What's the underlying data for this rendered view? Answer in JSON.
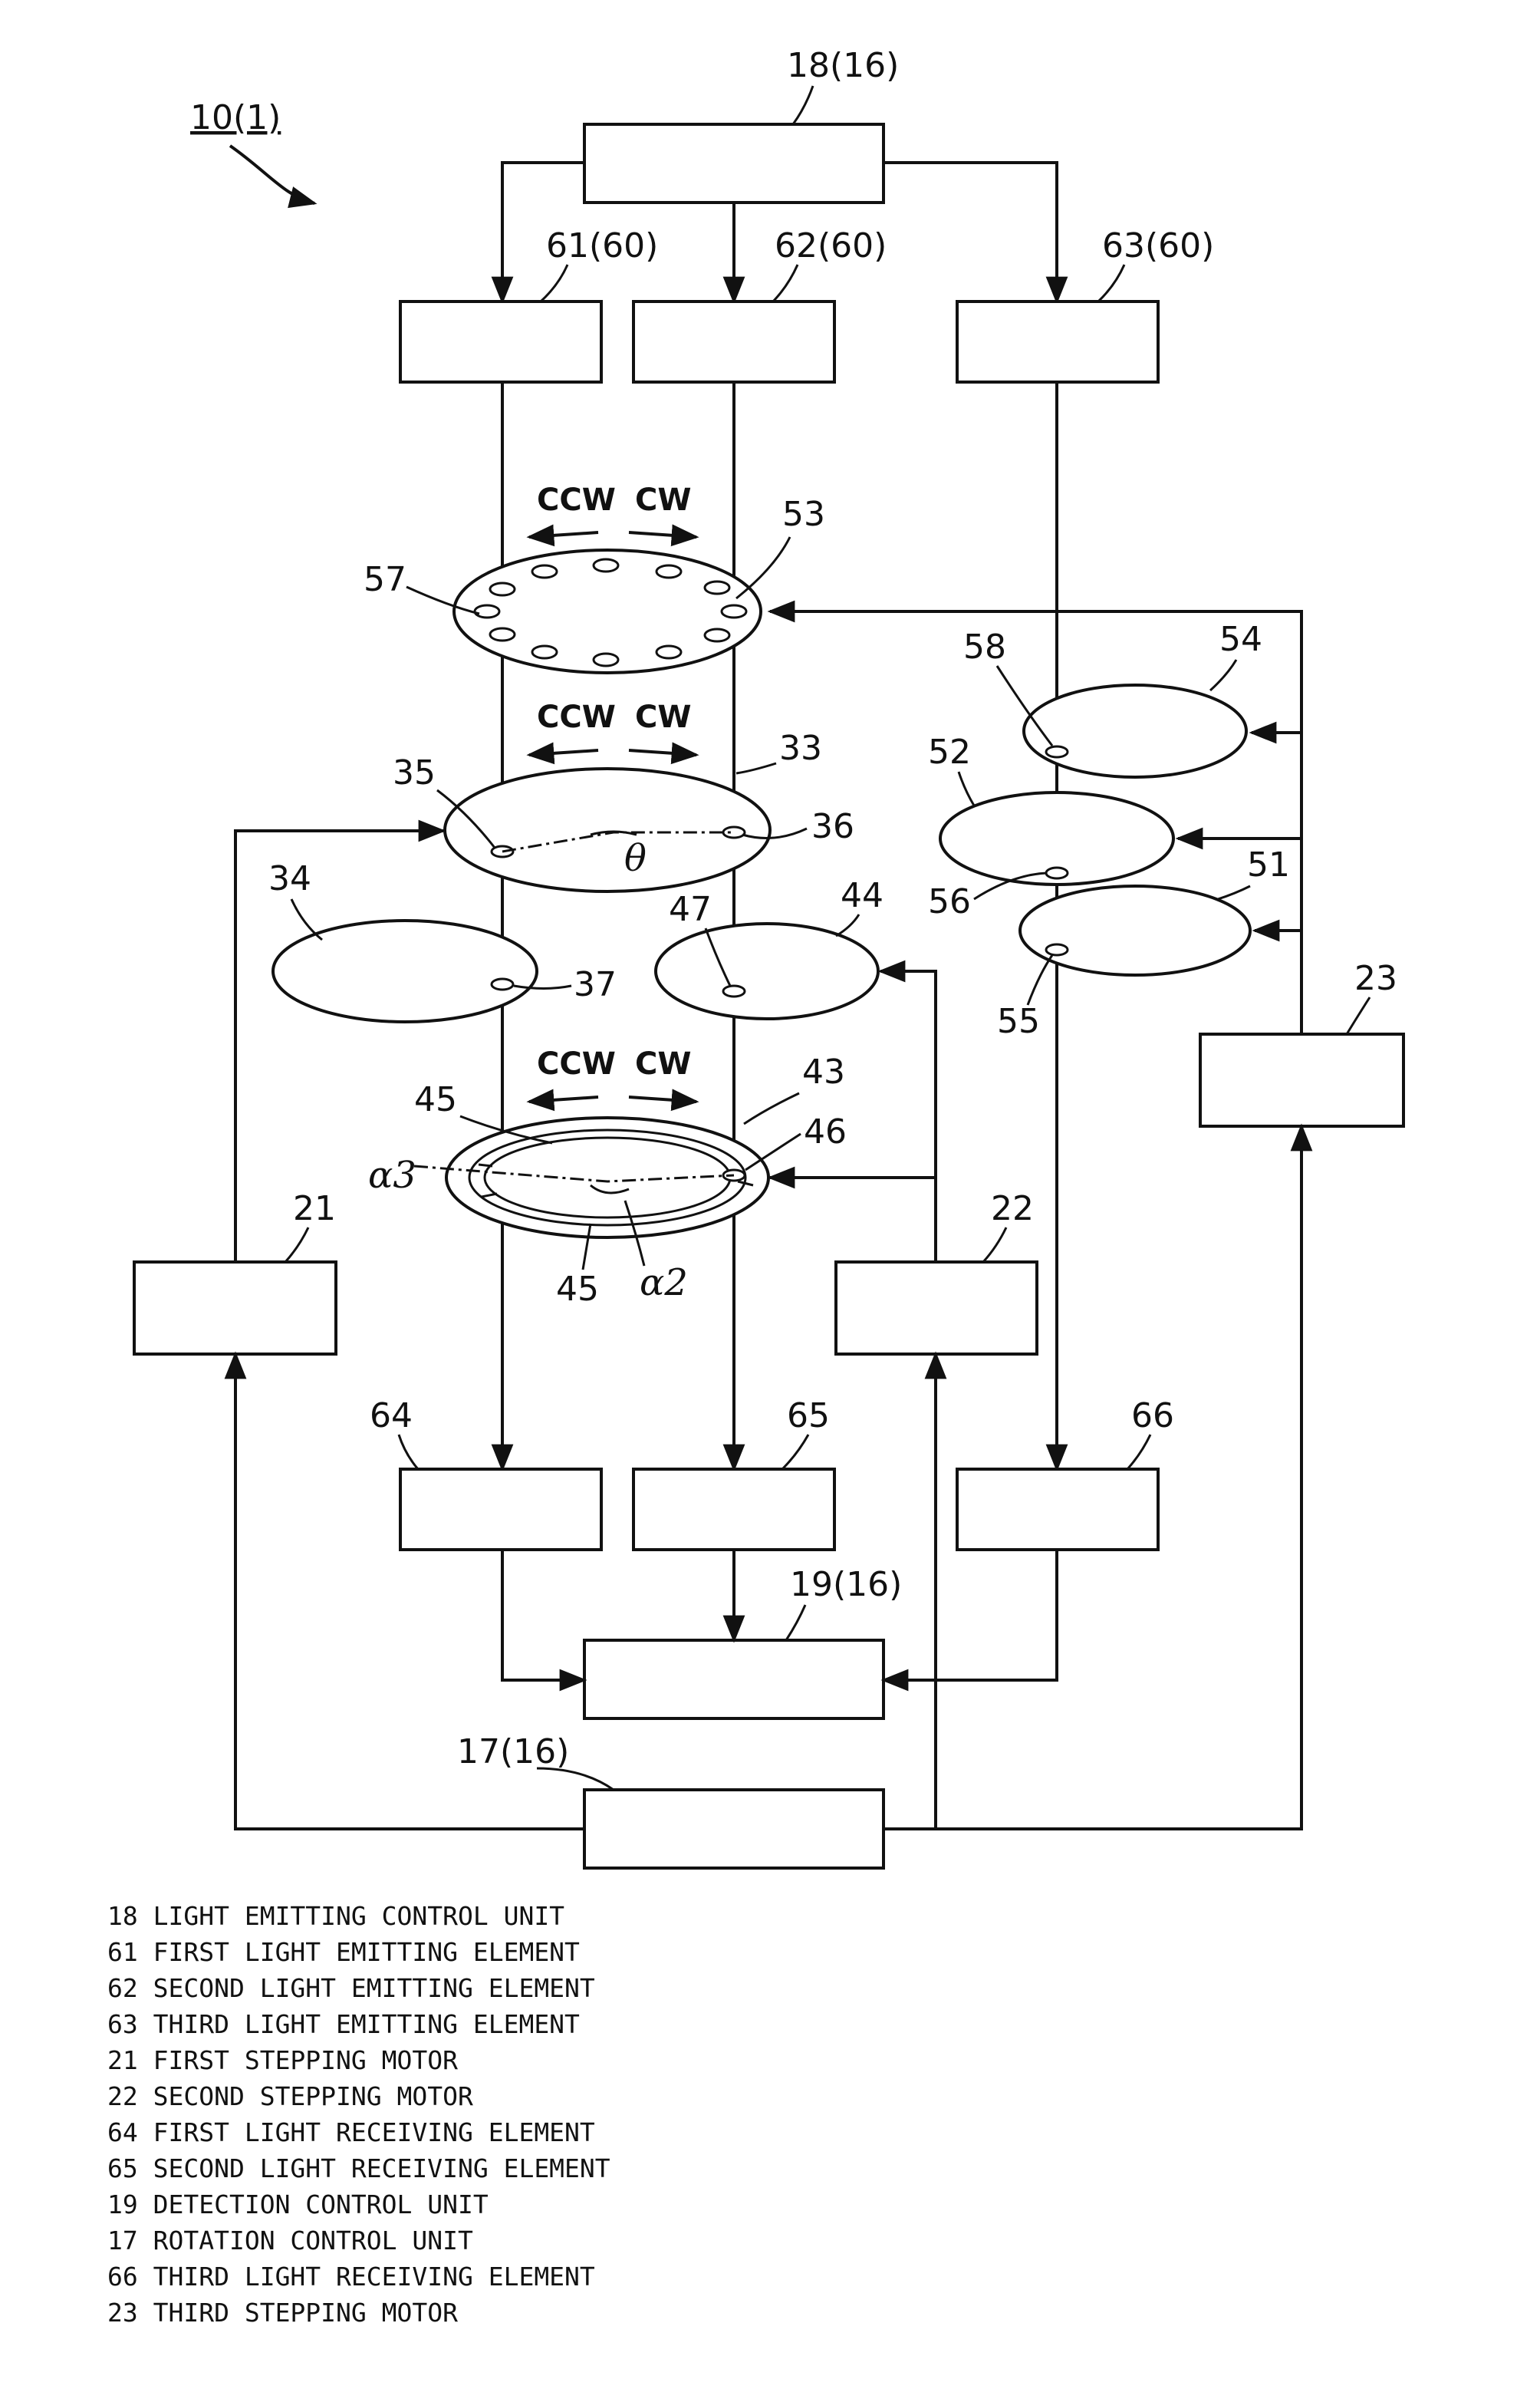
{
  "figure": {
    "ref": "10(1)",
    "parts": {
      "light_emitting_control": "18(16)",
      "emit1": "61(60)",
      "emit2": "62(60)",
      "emit3": "63(60)",
      "detection_control": "19(16)",
      "rotation_control": "17(16)",
      "motor1": "21",
      "motor2": "22",
      "motor3": "23",
      "recv1": "64",
      "recv2": "65",
      "recv3": "66",
      "disc53": "53",
      "hole57": "57",
      "disc33": "33",
      "hole35": "35",
      "hole36": "36",
      "hole37": "37",
      "disc34": "34",
      "disc44": "44",
      "hole47": "47",
      "disc43": "43",
      "slit45a": "45",
      "slit45b": "45",
      "hole46": "46",
      "disc54": "54",
      "hole58": "58",
      "disc52": "52",
      "hole56": "56",
      "disc51": "51",
      "hole55": "55"
    },
    "directions": {
      "ccw": "CCW",
      "cw": "CW"
    },
    "angles": {
      "theta": "θ",
      "alpha2": "α2",
      "alpha3": "α3"
    }
  },
  "legend": [
    {
      "num": "18",
      "text": "LIGHT EMITTING CONTROL UNIT"
    },
    {
      "num": "61",
      "text": "FIRST LIGHT EMITTING ELEMENT"
    },
    {
      "num": "62",
      "text": "SECOND LIGHT EMITTING ELEMENT"
    },
    {
      "num": "63",
      "text": "THIRD LIGHT EMITTING ELEMENT"
    },
    {
      "num": "21",
      "text": "FIRST STEPPING MOTOR"
    },
    {
      "num": "22",
      "text": "SECOND STEPPING MOTOR"
    },
    {
      "num": "64",
      "text": "FIRST LIGHT RECEIVING ELEMENT"
    },
    {
      "num": "65",
      "text": "SECOND LIGHT RECEIVING ELEMENT"
    },
    {
      "num": "19",
      "text": "DETECTION CONTROL UNIT"
    },
    {
      "num": "17",
      "text": "ROTATION CONTROL UNIT"
    },
    {
      "num": "66",
      "text": "THIRD LIGHT RECEIVING ELEMENT"
    },
    {
      "num": "23",
      "text": "THIRD STEPPING MOTOR"
    }
  ]
}
